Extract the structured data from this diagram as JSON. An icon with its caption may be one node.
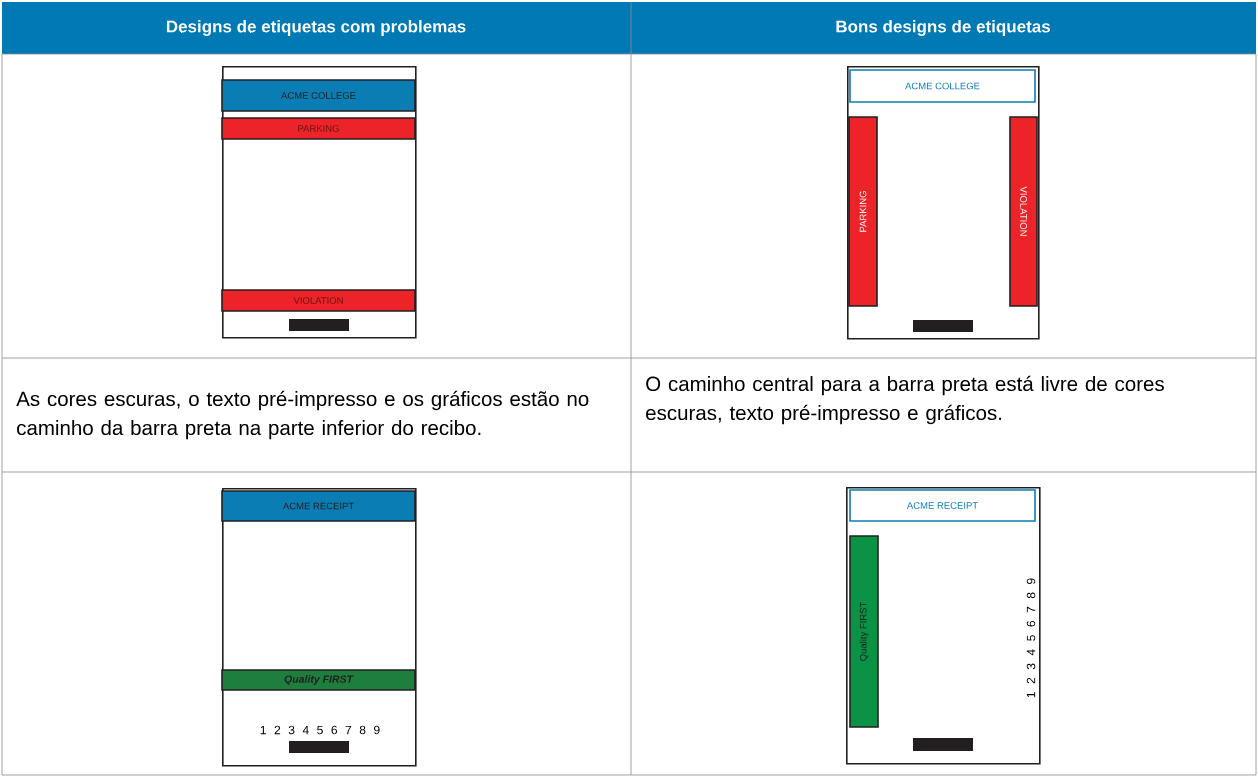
{
  "diagram": {
    "nodes": [
      {
        "text": [],
        "shape": "box"
      },
      {
        "text": [
          "ACME COLLEGE"
        ],
        "in": 0
      },
      {
        "text": [
          "PARKING"
        ],
        "in": 0
      },
      {
        "text": [
          "VIOLATION"
        ],
        "in": 0
      },
      {
        "text": [],
        "shape": "box"
      },
      {
        "text": [
          "ACME COLLEGE"
        ],
        "in": 4
      },
      {
        "text": [
          "PARKING"
        ],
        "in": 4
      },
      {
        "text": [
          "VIOLATION"
        ],
        "in": 4
      },
      {
        "text": [],
        "shape": "box"
      },
      {
        "text": [
          "ACME RECEIPT"
        ],
        "in": 8
      },
      {
        "text": [
          "Quality FIRST"
        ],
        "in": 8
      },
      {
        "text": [],
        "shape": "box"
      },
      {
        "text": [
          "ACME RECEIPT"
        ],
        "in": 11
      },
      {
        "text": [
          "Quality FIRST"
        ],
        "in": 11
      }
    ],
    "labels": [
      "Designs de etiquetas com problemas",
      "Bons designs de etiquetas",
      "As cores escuras, o texto pré-impresso e os gráficos estão no caminho da barra preta na parte inferior do recibo.",
      "O caminho central para a barra preta está livre de cores escuras, texto pré-impresso e gráficos.",
      "1 2 3 4 5 6 7 8 9",
      "1 2 3 4 5 6 7 8 9"
    ]
  }
}
